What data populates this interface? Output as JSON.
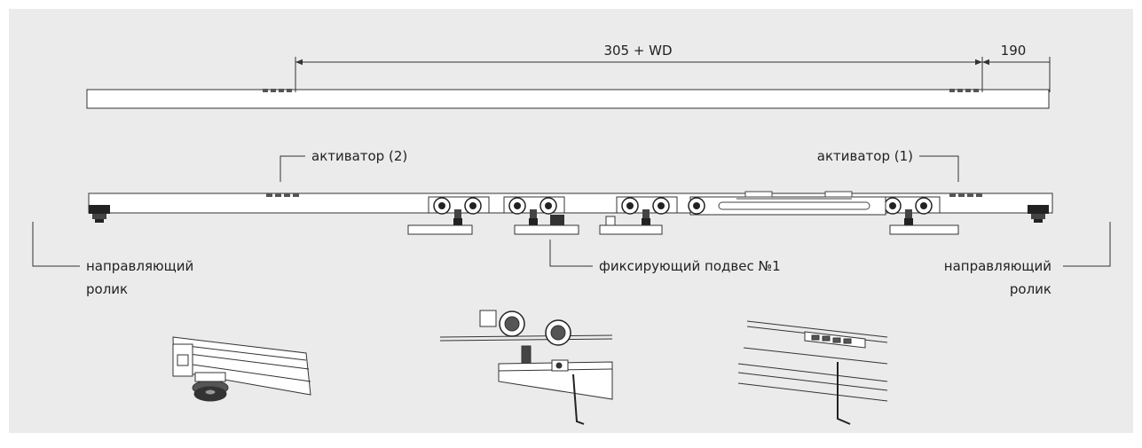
{
  "dimensions": {
    "span_label": "305 + WD",
    "end_label": "190"
  },
  "labels": {
    "activator_2": "активатор (2)",
    "activator_1": "активатор (1)",
    "guide_left_line1": "направляющий",
    "guide_left_line2": "ролик",
    "guide_right_line1": "направляющий",
    "guide_right_line2": "ролик",
    "fixing_hanger": "фиксирующий подвес №1"
  },
  "colors": {
    "background": "#ebebeb",
    "line": "#333333"
  }
}
